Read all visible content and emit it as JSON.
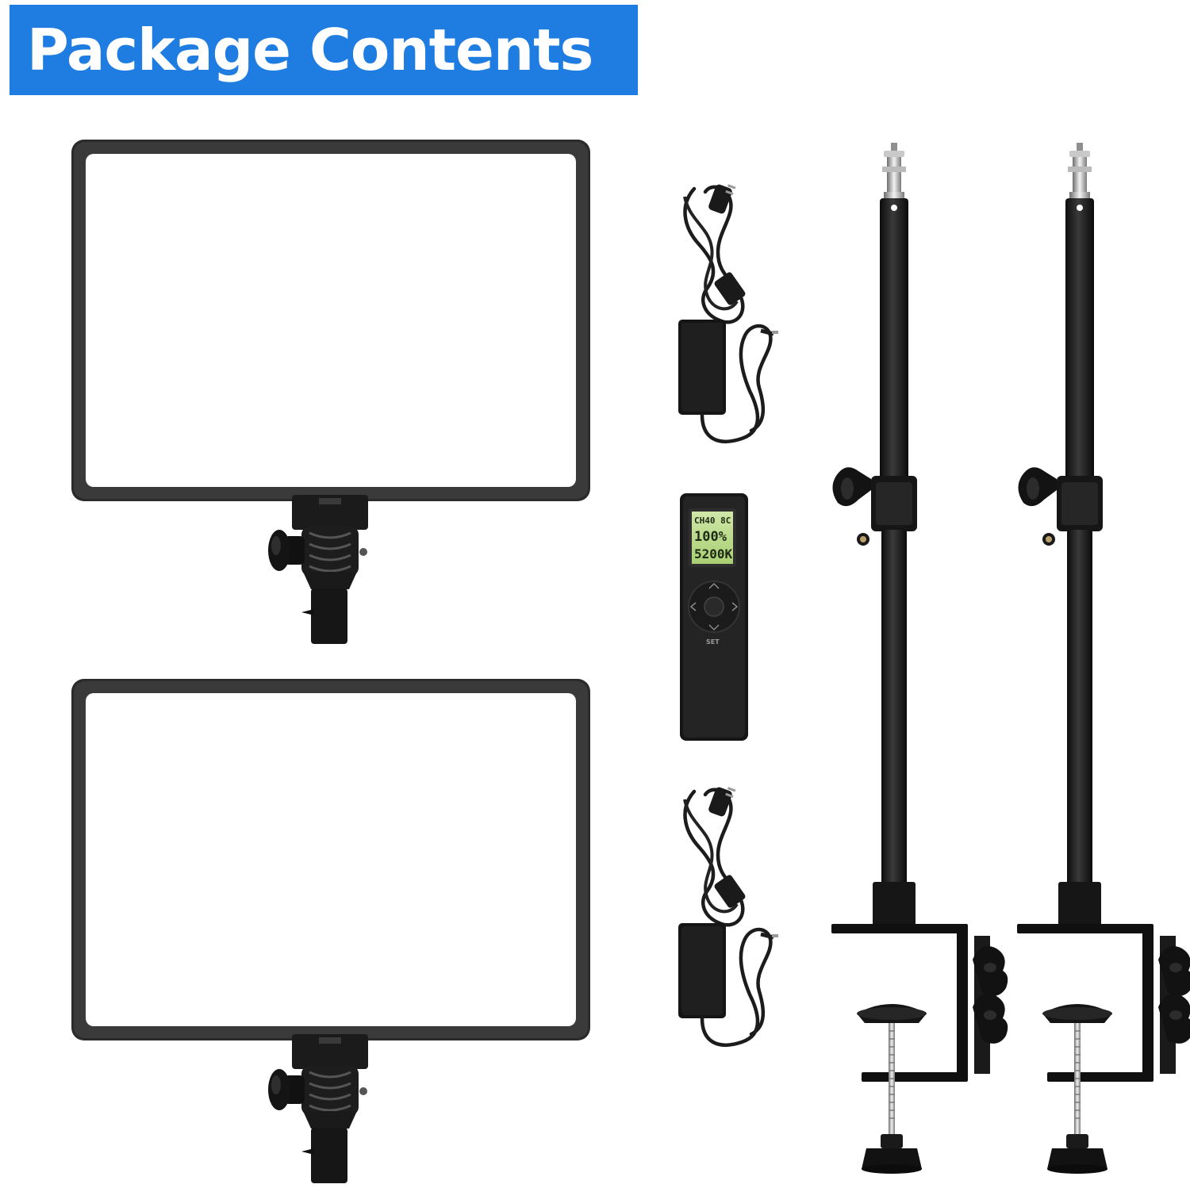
{
  "banner": {
    "title": "Package Contents",
    "color": "#1f7de2"
  },
  "remote": {
    "lcd_line1": "CH40 8C",
    "lcd_line2": "100%",
    "lcd_line3": "5200K",
    "set_label": "SET"
  },
  "items": [
    {
      "icon": "led-panel-light"
    },
    {
      "icon": "led-panel-light"
    },
    {
      "icon": "power-cord"
    },
    {
      "icon": "power-adapter"
    },
    {
      "icon": "remote-control"
    },
    {
      "icon": "power-cord"
    },
    {
      "icon": "power-adapter"
    },
    {
      "icon": "desk-clamp-light-stand"
    },
    {
      "icon": "desk-clamp-light-stand"
    }
  ]
}
